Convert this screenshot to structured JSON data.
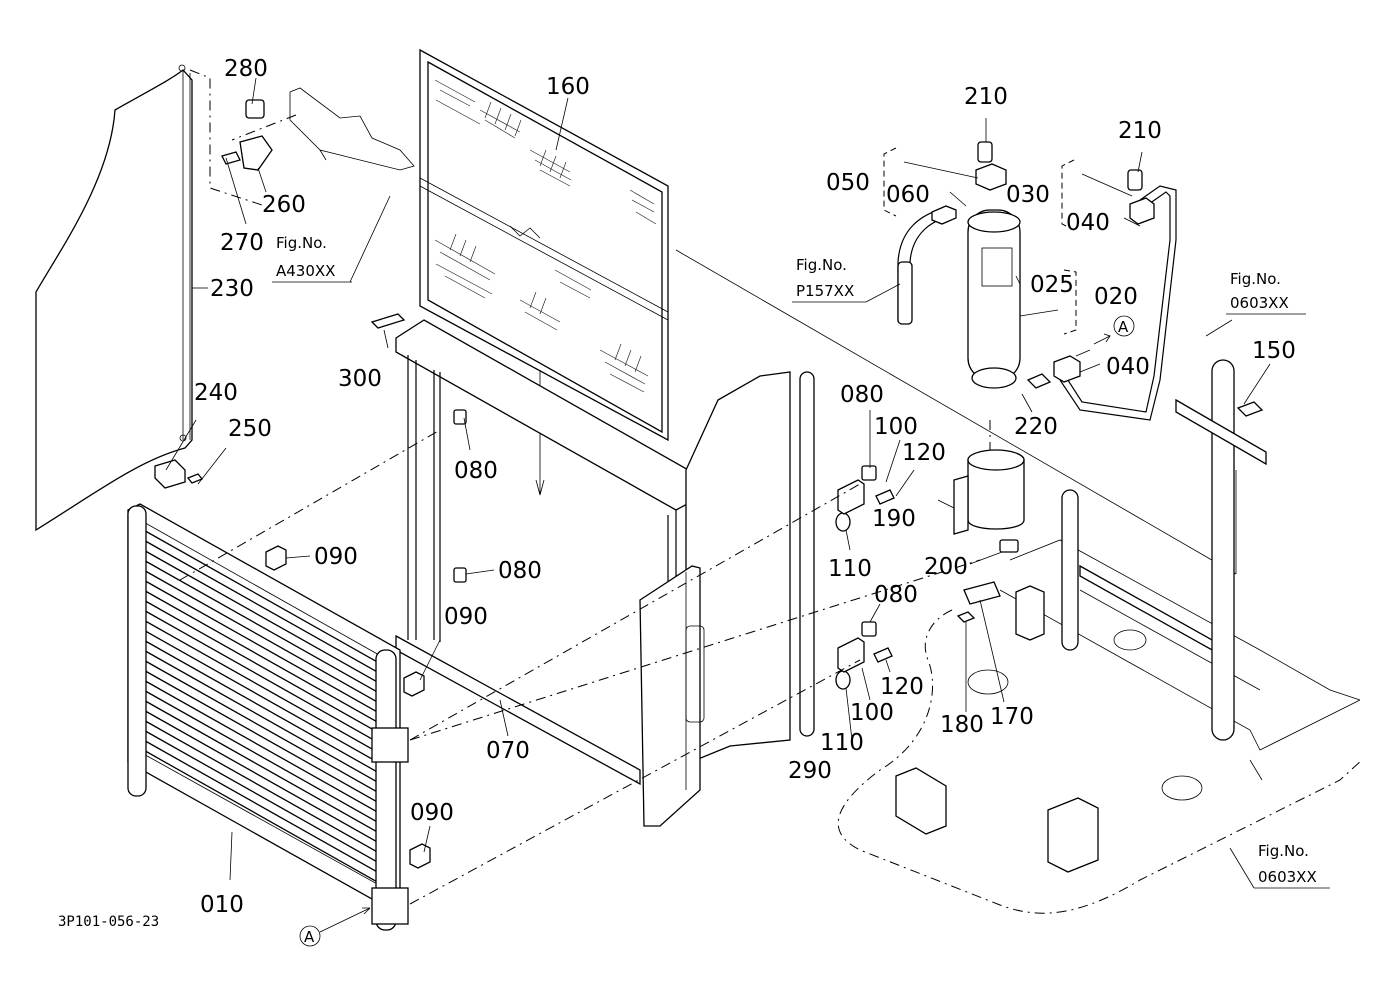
{
  "labels": {
    "p280": "280",
    "p260": "260",
    "p270": "270",
    "p230": "230",
    "p240": "240",
    "p250": "250",
    "p160": "160",
    "p300": "300",
    "p010": "010",
    "p090a": "090",
    "p090b": "090",
    "p090c": "090",
    "p080a": "080",
    "p080b": "080",
    "p080c": "080",
    "p080d": "080",
    "p070": "070",
    "p100a": "100",
    "p100b": "100",
    "p120a": "120",
    "p120b": "120",
    "p110a": "110",
    "p110b": "110",
    "p190": "190",
    "p200": "200",
    "p290": "290",
    "p180": "180",
    "p170": "170",
    "p150": "150",
    "p210a": "210",
    "p210b": "210",
    "p050": "050",
    "p060": "060",
    "p030": "030",
    "p040a": "040",
    "p040b": "040",
    "p025": "025",
    "p020": "020",
    "p220": "220"
  },
  "refs": {
    "a430": {
      "title": "Fig.No.",
      "code": "A430XX"
    },
    "p157": {
      "title": "Fig.No.",
      "code": "P157XX"
    },
    "r0603a": {
      "title": "Fig.No.",
      "code": "0603XX"
    },
    "r0603b": {
      "title": "Fig.No.",
      "code": "0603XX"
    }
  },
  "markers": {
    "a1": "A",
    "a2": "A"
  },
  "drawing_code": "3P101-056-23"
}
